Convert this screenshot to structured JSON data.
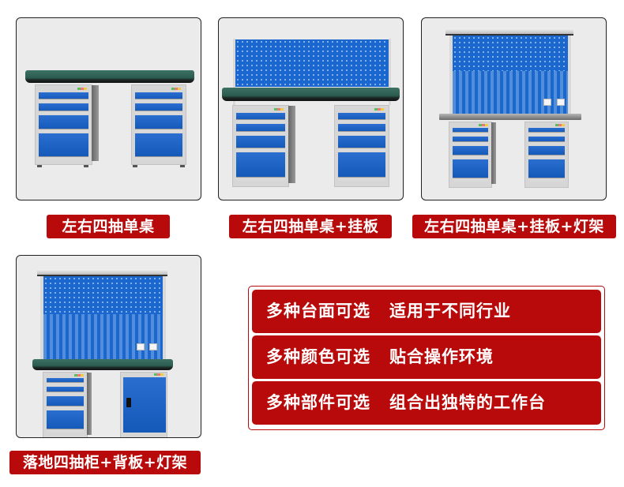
{
  "products": [
    {
      "label": "左右四抽单桌",
      "config": "dual-4-drawer-cabinets",
      "top": "green-esd"
    },
    {
      "label": "左右四抽单桌+挂板",
      "config": "dual-4-drawer-cabinets-pegboard",
      "top": "green-esd"
    },
    {
      "label": "左右四抽单桌+挂板+灯架",
      "config": "dual-4-drawer-cabinets-pegboard-lamp",
      "top": "stainless-steel"
    },
    {
      "label": "落地四抽柜+背板+灯架",
      "config": "drawer-and-door-cabinet-backboard-lamp",
      "top": "green-esd"
    }
  ],
  "features": [
    {
      "title": "多种台面可选",
      "desc": "适用于不同行业"
    },
    {
      "title": "多种颜色可选",
      "desc": "贴合操作环境"
    },
    {
      "title": "多种部件可选",
      "desc": "组合出独特的工作台"
    }
  ],
  "colors": {
    "accent_red": "#b80a0a",
    "panel_bg": "#ebebeb",
    "drawer_blue": "#1a68cf",
    "bench_top_green": "#2b5c4f"
  }
}
